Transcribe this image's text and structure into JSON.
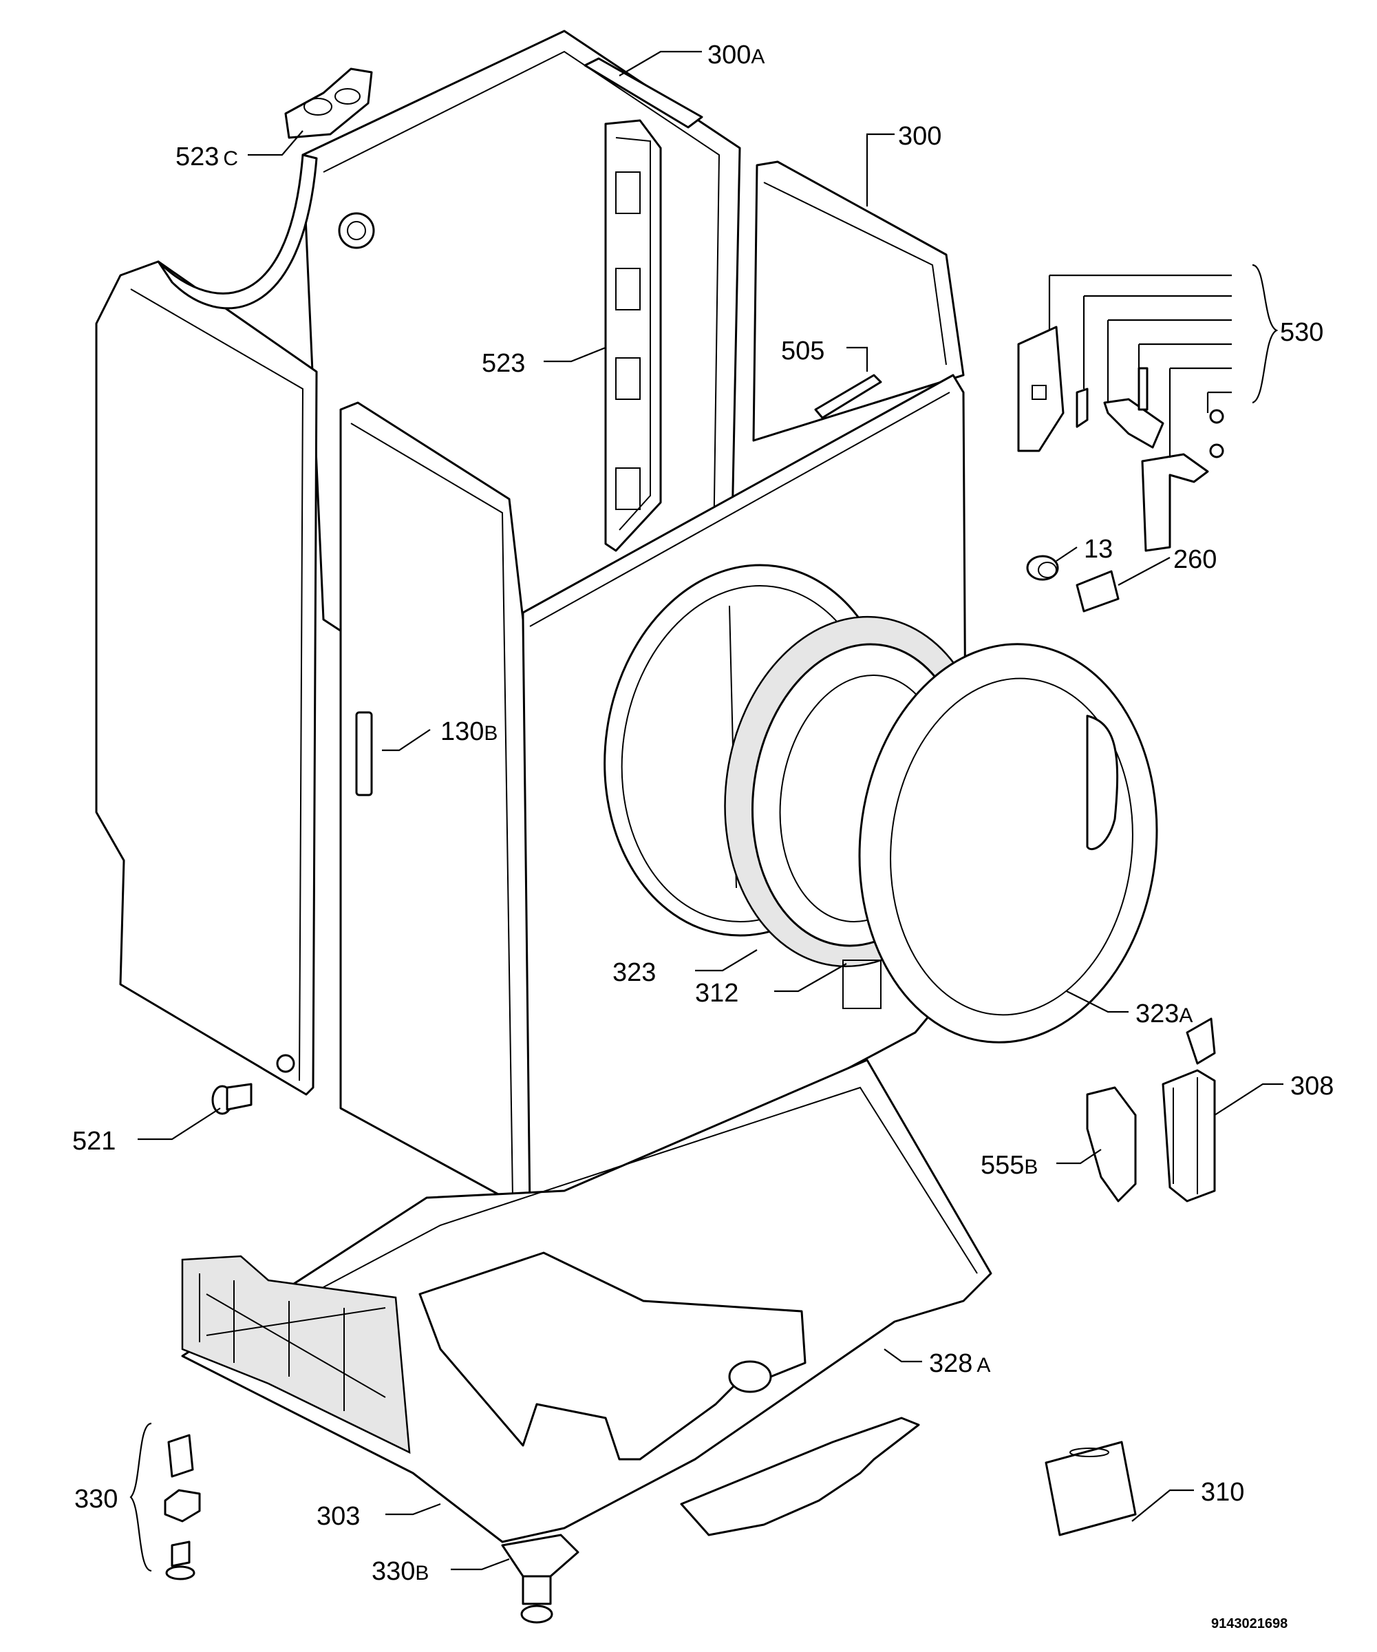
{
  "diagram": {
    "doc_number": "9143021698",
    "labels": {
      "l300a": {
        "num": "300",
        "suffix": "A"
      },
      "l300": {
        "num": "300",
        "suffix": ""
      },
      "l523c": {
        "num": "523",
        "suffix": "C"
      },
      "l523": {
        "num": "523",
        "suffix": ""
      },
      "l505": {
        "num": "505",
        "suffix": ""
      },
      "l530": {
        "num": "530",
        "suffix": ""
      },
      "l13": {
        "num": "13",
        "suffix": ""
      },
      "l260": {
        "num": "260",
        "suffix": ""
      },
      "l130b": {
        "num": "130",
        "suffix": "B"
      },
      "l323": {
        "num": "323",
        "suffix": ""
      },
      "l312": {
        "num": "312",
        "suffix": ""
      },
      "l323a": {
        "num": "323",
        "suffix": "A"
      },
      "l308": {
        "num": "308",
        "suffix": ""
      },
      "l555b": {
        "num": "555",
        "suffix": "B"
      },
      "l521": {
        "num": "521",
        "suffix": ""
      },
      "l328a": {
        "num": "328",
        "suffix": "A"
      },
      "l310": {
        "num": "310",
        "suffix": ""
      },
      "l330": {
        "num": "330",
        "suffix": ""
      },
      "l303": {
        "num": "303",
        "suffix": ""
      },
      "l330b": {
        "num": "330",
        "suffix": "B"
      }
    }
  }
}
